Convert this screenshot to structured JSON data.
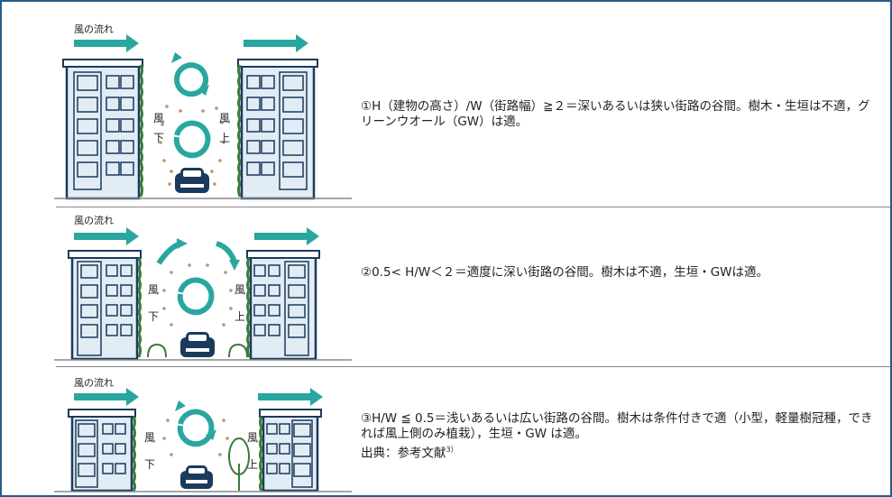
{
  "colors": {
    "border": "#2a5b86",
    "building_fill": "#e2ecf4",
    "building_stroke": "#1b3a5c",
    "accent_teal": "#2aa6a0",
    "hedge_green": "#3a7a3a",
    "dots": "#b8956b"
  },
  "scenarios": [
    {
      "wind_label": "風の流れ",
      "leeward": "風\n下",
      "windward": "風\n上",
      "description": "①H（建物の高さ）/W（街路幅）≧２＝深いあるいは狭い街路の谷間。樹木・生垣は不適，グリーンウオール（GW）は適。"
    },
    {
      "wind_label": "風の流れ",
      "leeward": "風\n下",
      "windward": "風\n上",
      "description": "②0.5< H/W＜２＝適度に深い街路の谷間。樹木は不適，生垣・GWは適。"
    },
    {
      "wind_label": "風の流れ",
      "leeward": "風\n下",
      "windward": "風\n上",
      "description": "③H/W ≦ 0.5＝浅いあるいは広い街路の谷間。樹木は条件付きで適（小型，軽量樹冠種，できれば風上側のみ植栽），生垣・GW は適。",
      "source": "出典：参考文献",
      "source_ref": "3）"
    }
  ]
}
